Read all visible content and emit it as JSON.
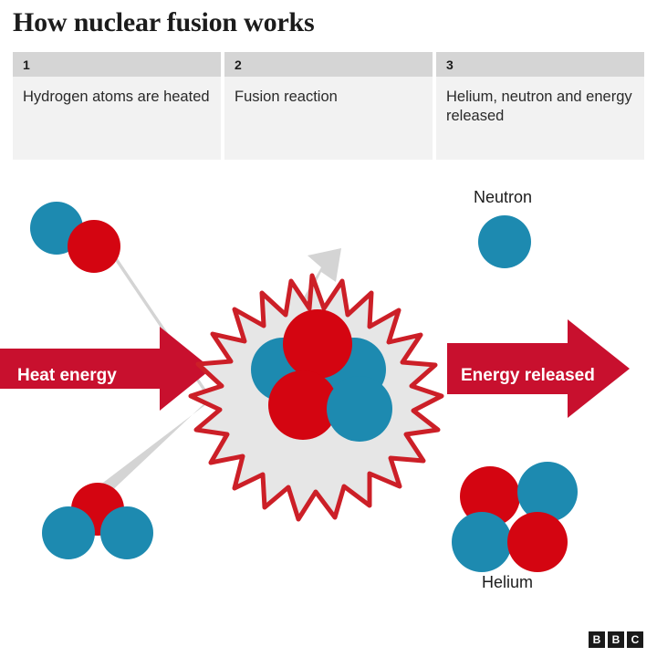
{
  "title": "How nuclear fusion works",
  "steps": [
    {
      "number": "1",
      "label": "Hydrogen atoms are heated"
    },
    {
      "number": "2",
      "label": "Fusion reaction"
    },
    {
      "number": "3",
      "label": "Helium, neutron and energy released"
    }
  ],
  "arrows": {
    "heat_energy": "Heat energy",
    "energy_released": "Energy released"
  },
  "products": {
    "neutron": "Neutron",
    "helium": "Helium"
  },
  "brand": {
    "logo_letters": [
      "B",
      "B",
      "C"
    ]
  },
  "colors": {
    "proton_red": "#d40511",
    "neutron_blue": "#1d8ab0",
    "energy_arrow_red": "#c8102e",
    "motion_arrow_gray": "#d4d4d4",
    "burst_outline_red": "#cc1f27",
    "burst_fill_gray": "#e6e6e6",
    "step_header_gray": "#d5d5d5",
    "step_body_gray": "#f2f2f2",
    "text_dark": "#1c1c1c"
  },
  "diagram": {
    "deuterium_group": "Deuterium: one neutron (blue) and one proton (red)",
    "tritium_group": "Tritium: one proton (red) and two neutrons (blue)",
    "fusion_burst": "Star burst showing fusion reaction with four nucleons",
    "helium_group": "Helium nucleus: two protons (red) and two neutrons (blue)",
    "free_neutron": "Single free neutron (blue)"
  }
}
